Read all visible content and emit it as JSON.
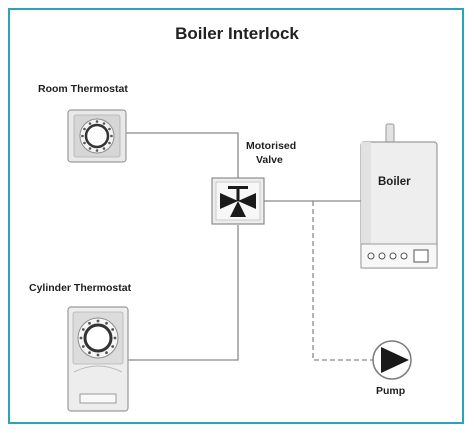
{
  "title": "Boiler Interlock",
  "labels": {
    "room_thermostat": "Room Thermostat",
    "cylinder_thermostat": "Cylinder Thermostat",
    "motorised_valve_line1": "Motorised",
    "motorised_valve_line2": "Valve",
    "boiler": "Boiler",
    "pump": "Pump"
  },
  "colors": {
    "frame_border": "#2ba3b8",
    "wire": "#8a8a8a",
    "device_body": "#e9e9e9",
    "device_outline": "#9a9a9a",
    "icon_dark": "#1a1a1a"
  }
}
